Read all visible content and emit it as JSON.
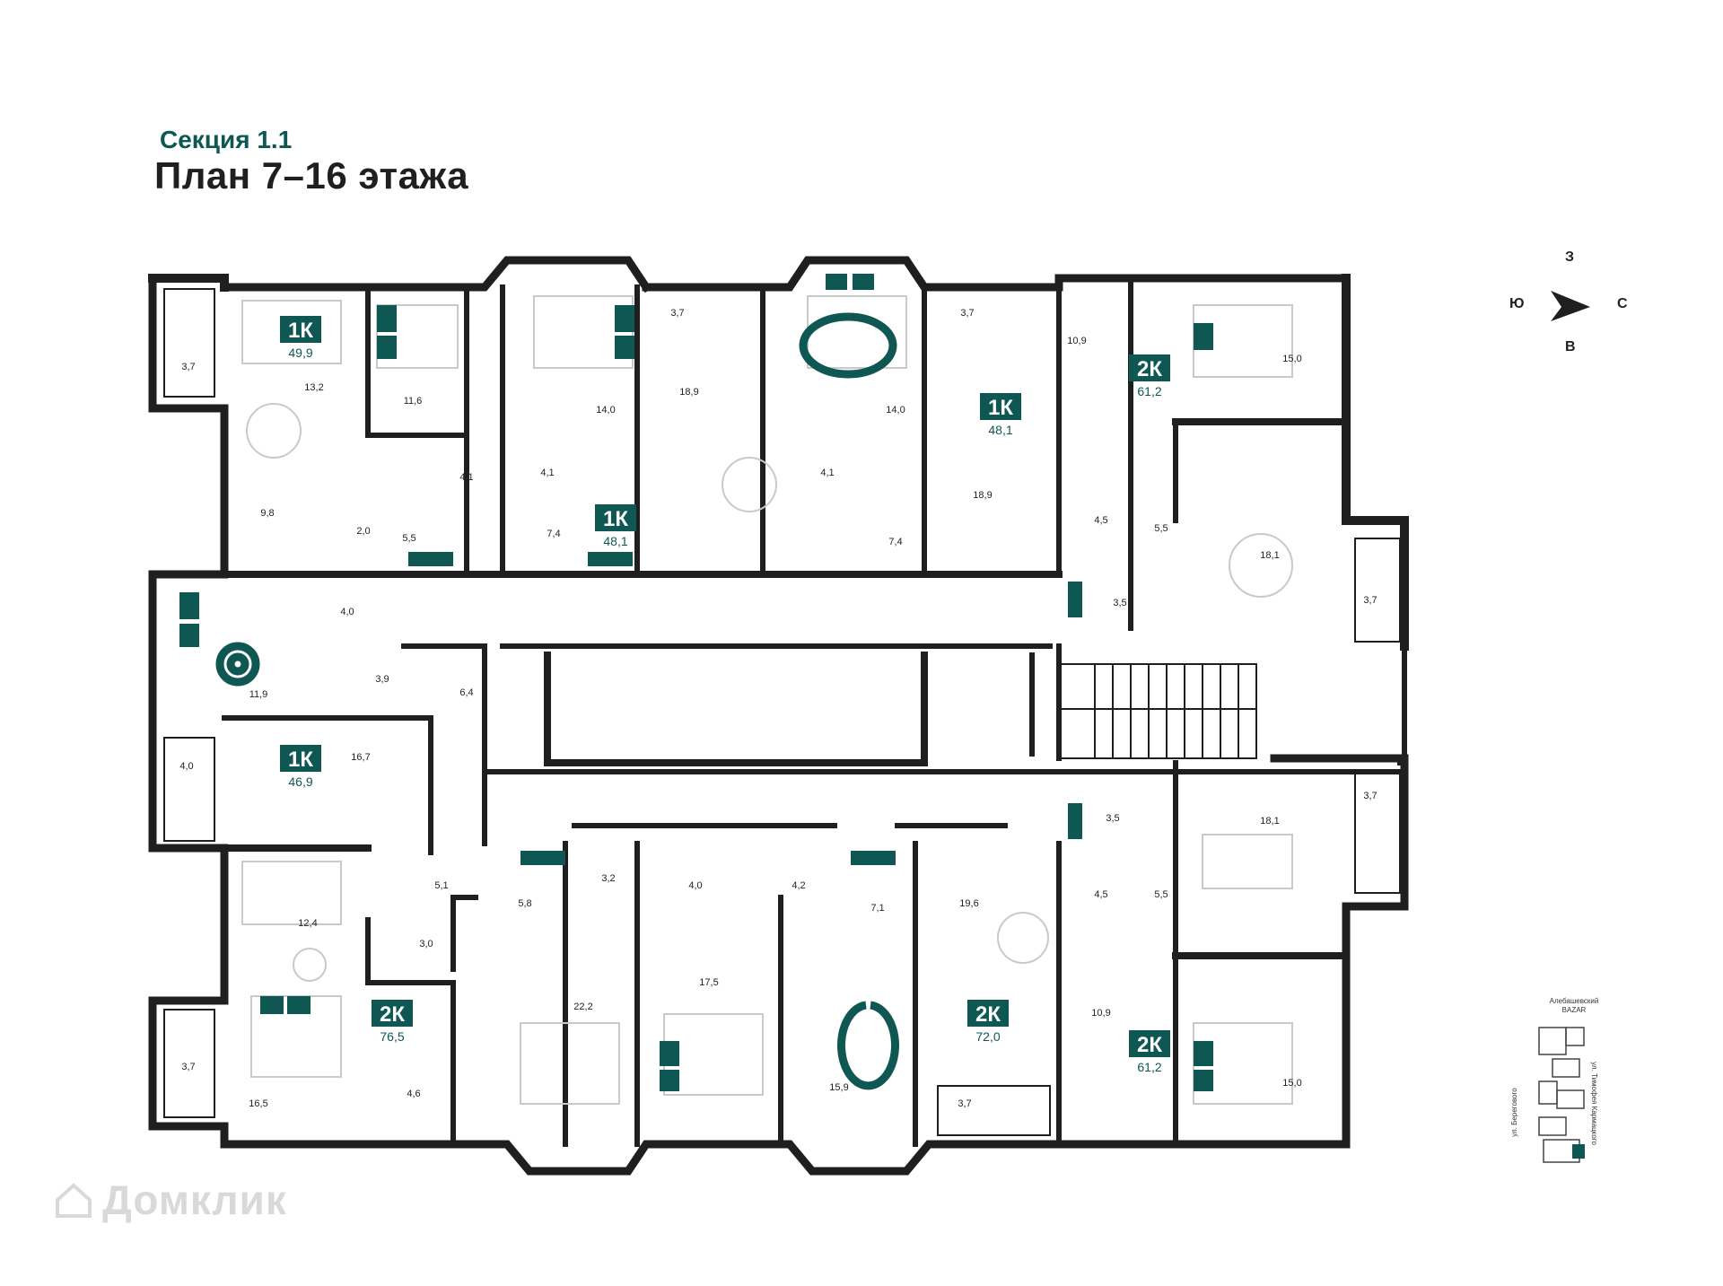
{
  "header": {
    "subtitle": "Секция 1.1",
    "title": "План 7–16 этажа"
  },
  "compass": {
    "north": "З",
    "south": "В",
    "west": "Ю",
    "east": "С"
  },
  "colors": {
    "accent": "#0e5752",
    "wall": "#1f1f1f",
    "furniture": "#c9c9c9"
  },
  "apartments": [
    {
      "type": "1К",
      "area": "49,9"
    },
    {
      "type": "1К",
      "area": "48,1"
    },
    {
      "type": "1К",
      "area": "48,1"
    },
    {
      "type": "2К",
      "area": "61,2"
    },
    {
      "type": "1К",
      "area": "46,9"
    },
    {
      "type": "2К",
      "area": "76,5"
    },
    {
      "type": "2К",
      "area": "72,0"
    },
    {
      "type": "2К",
      "area": "61,2"
    }
  ],
  "rooms": [
    "3,7",
    "13,2",
    "11,6",
    "14,0",
    "3,7",
    "18,9",
    "14,0",
    "3,7",
    "18,9",
    "10,9",
    "15,0",
    "9,8",
    "2,0",
    "5,5",
    "4,1",
    "4,1",
    "7,4",
    "4,1",
    "7,4",
    "4,5",
    "5,5",
    "18,1",
    "3,7",
    "4,0",
    "3,5",
    "11,9",
    "3,9",
    "6,4",
    "4,0",
    "16,7",
    "3,5",
    "18,1",
    "3,7",
    "12,4",
    "5,1",
    "5,8",
    "3,2",
    "4,0",
    "4,2",
    "7,1",
    "19,6",
    "4,5",
    "5,5",
    "3,0",
    "17,5",
    "22,2",
    "10,9",
    "15,0",
    "3,7",
    "16,5",
    "4,6",
    "15,9",
    "3,7"
  ],
  "minimap": {
    "label": "Алебашевский BAZAR",
    "street_left": "ул. Берегового",
    "street_right": "ул. Тимофея Кармацкого"
  },
  "watermark": "Домклик"
}
